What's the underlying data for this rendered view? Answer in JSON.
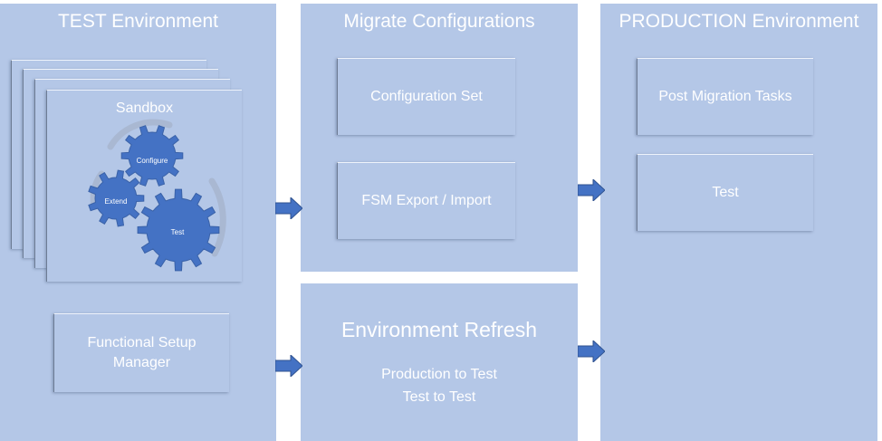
{
  "test_env": {
    "title": "TEST Environment",
    "sandbox_label": "Sandbox",
    "gears": {
      "configure": "Configure",
      "extend": "Extend",
      "test": "Test"
    },
    "fsm_label_line1": "Functional Setup",
    "fsm_label_line2": "Manager"
  },
  "migrate": {
    "title": "Migrate Configurations",
    "config_set": "Configuration Set",
    "fsm_export": "FSM Export / Import"
  },
  "refresh": {
    "title": "Environment Refresh",
    "line1": "Production to Test",
    "line2": "Test to Test"
  },
  "production": {
    "title": "PRODUCTION Environment",
    "post_migration": "Post Migration Tasks",
    "test": "Test"
  },
  "colors": {
    "panel": "#b4c7e7",
    "gear": "#4472c4",
    "arrow": "#4472c4",
    "text": "#ffffff"
  }
}
